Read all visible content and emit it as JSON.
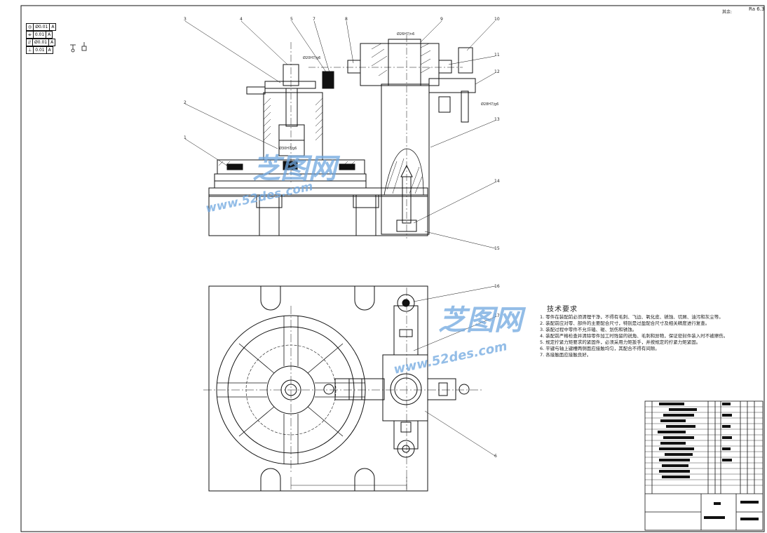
{
  "roughness": {
    "prefix": "其余:",
    "value": "Ra 6.3"
  },
  "gdt": [
    {
      "symbol": "◎",
      "value": "Ø0.01",
      "datum": "A"
    },
    {
      "symbol": "⌯",
      "value": "0.01",
      "datum": "A"
    },
    {
      "symbol": "//",
      "value": "Ø0.01",
      "datum": "A"
    },
    {
      "symbol": "⊥",
      "value": "0.01",
      "datum": "A"
    }
  ],
  "part_labels": [
    "1",
    "2",
    "3",
    "4",
    "5",
    "6",
    "7",
    "8",
    "9",
    "10",
    "11",
    "12",
    "13",
    "14",
    "15",
    "16",
    "17"
  ],
  "dims": {
    "d1": "Ø30H7/g6",
    "d2": "Ø26H7/n6",
    "d3": "Ø28H7/g6",
    "d4": "Ø20H7/g6"
  },
  "watermark": {
    "brand": "芝图网",
    "url": "www.52des.com"
  },
  "tech_req": {
    "title": "技术要求",
    "items": [
      "1. 零件在装配前必须清理干净，不得有毛刺、飞边、氧化皮、锈蚀、切屑、油污和灰尘等。",
      "2. 装配前应对零、部件的主要配合尺寸，特别是过盈配合尺寸及相关精度进行复查。",
      "3. 装配过程中零件不允许磕、碰、划伤和锈蚀。",
      "4. 装配前严格检查并清除零件加工时残留的锐角、毛刺和异物，保证密封件装入时不被擦伤。",
      "5. 规定拧紧力矩要求的紧固件，必须采用力矩扳手，并按规定的拧紧力矩紧固。",
      "6. 平键与轴上键槽两侧面应接触均匀，其配合不得有间隙。",
      "7. 各接触面应接触良好。"
    ]
  }
}
